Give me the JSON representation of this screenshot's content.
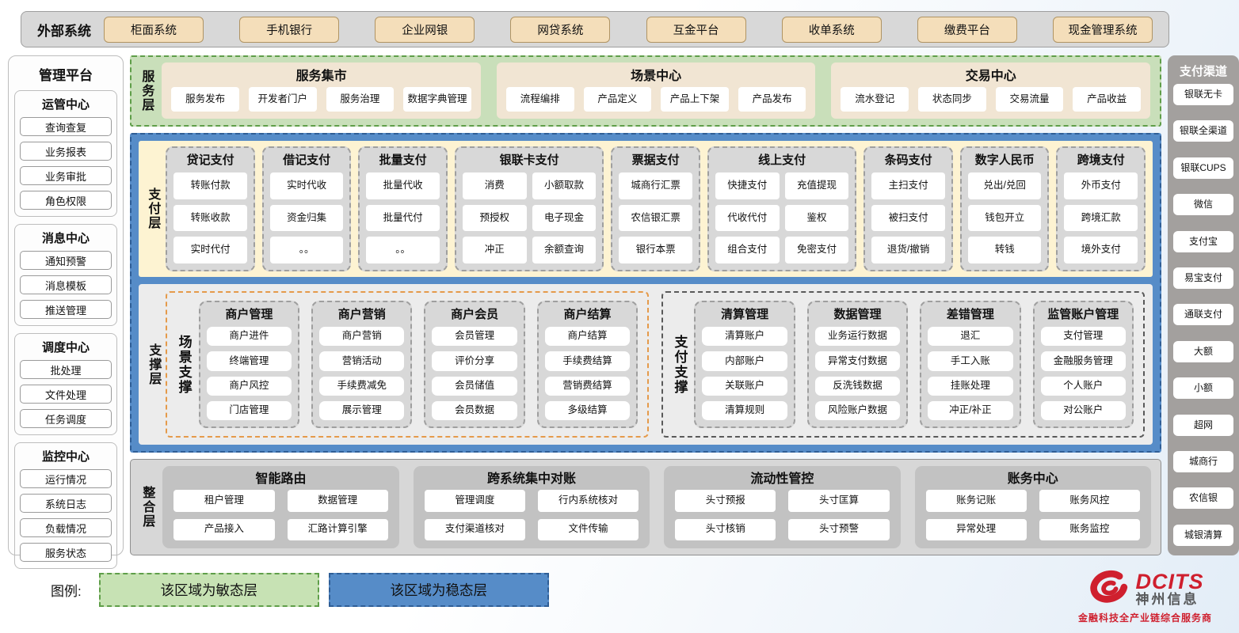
{
  "colors": {
    "agile-fill": "#c9dfba",
    "agile-border": "#5f9e49",
    "stable-fill": "#568cc8",
    "stable-border": "#2f5e96",
    "pay-fill": "#fdf3d2",
    "tan-fill": "#f4deba",
    "orange-accent": "#e59a4a",
    "brand-red": "#cf1f2e"
  },
  "external_systems": {
    "label": "外部系统",
    "items": [
      "柜面系统",
      "手机银行",
      "企业网银",
      "网贷系统",
      "互金平台",
      "收单系统",
      "缴费平台",
      "现金管理系统"
    ]
  },
  "management_platform": {
    "title": "管理平台",
    "groups": [
      {
        "title": "运管中心",
        "items": [
          "查询查复",
          "业务报表",
          "业务审批",
          "角色权限"
        ]
      },
      {
        "title": "消息中心",
        "items": [
          "通知预警",
          "消息模板",
          "推送管理"
        ]
      },
      {
        "title": "调度中心",
        "items": [
          "批处理",
          "文件处理",
          "任务调度"
        ]
      },
      {
        "title": "监控中心",
        "items": [
          "运行情况",
          "系统日志",
          "负载情况",
          "服务状态"
        ]
      }
    ]
  },
  "service_layer": {
    "label": "服务层",
    "panels": [
      {
        "title": "服务集市",
        "items": [
          "服务发布",
          "开发者门户",
          "服务治理",
          "数据字典管理"
        ]
      },
      {
        "title": "场景中心",
        "items": [
          "流程编排",
          "产品定义",
          "产品上下架",
          "产品发布"
        ]
      },
      {
        "title": "交易中心",
        "items": [
          "流水登记",
          "状态同步",
          "交易流量",
          "产品收益"
        ]
      }
    ]
  },
  "payment_layer": {
    "label": "支付层",
    "columns": [
      {
        "title": "贷记支付",
        "w": "",
        "items": [
          "转账付款",
          "转账收款",
          "实时代付"
        ]
      },
      {
        "title": "借记支付",
        "w": "",
        "items": [
          "实时代收",
          "资金归集",
          "。。"
        ]
      },
      {
        "title": "批量支付",
        "w": "",
        "items": [
          "批量代收",
          "批量代付",
          "。。"
        ]
      },
      {
        "title": "银联卡支付",
        "w": "wide",
        "items": [
          "消费",
          "小额取款",
          "预授权",
          "电子现金",
          "冲正",
          "余额查询"
        ]
      },
      {
        "title": "票据支付",
        "w": "",
        "items": [
          "城商行汇票",
          "农信银汇票",
          "银行本票"
        ]
      },
      {
        "title": "线上支付",
        "w": "wide",
        "items": [
          "快捷支付",
          "充值提现",
          "代收代付",
          "鉴权",
          "组合支付",
          "免密支付"
        ]
      },
      {
        "title": "条码支付",
        "w": "",
        "items": [
          "主扫支付",
          "被扫支付",
          "退货/撤销"
        ]
      },
      {
        "title": "数字人民币",
        "w": "",
        "items": [
          "兑出/兑回",
          "钱包开立",
          "转钱"
        ]
      },
      {
        "title": "跨境支付",
        "w": "",
        "items": [
          "外币支付",
          "跨境汇款",
          "境外支付"
        ]
      }
    ]
  },
  "support_layer": {
    "label": "支撑层",
    "groups": [
      {
        "label": "场景支撑",
        "accent": "orange",
        "columns": [
          {
            "title": "商户管理",
            "items": [
              "商户进件",
              "终端管理",
              "商户风控",
              "门店管理"
            ]
          },
          {
            "title": "商户营销",
            "items": [
              "商户营销",
              "营销活动",
              "手续费减免",
              "展示管理"
            ]
          },
          {
            "title": "商户会员",
            "items": [
              "会员管理",
              "评价分享",
              "会员储值",
              "会员数据"
            ]
          },
          {
            "title": "商户结算",
            "items": [
              "商户结算",
              "手续费结算",
              "营销费结算",
              "多级结算"
            ]
          }
        ]
      },
      {
        "label": "支付支撑",
        "accent": "dark",
        "columns": [
          {
            "title": "清算管理",
            "items": [
              "清算账户",
              "内部账户",
              "关联账户",
              "清算规则"
            ]
          },
          {
            "title": "数据管理",
            "items": [
              "业务运行数据",
              "异常支付数据",
              "反洗钱数据",
              "风险账户数据"
            ]
          },
          {
            "title": "差错管理",
            "items": [
              "退汇",
              "手工入账",
              "挂账处理",
              "冲正/补正"
            ]
          },
          {
            "title": "监管账户管理",
            "items": [
              "支付管理",
              "金融服务管理",
              "个人账户",
              "对公账户"
            ]
          }
        ]
      }
    ]
  },
  "integration_layer": {
    "label": "整合层",
    "panels": [
      {
        "title": "智能路由",
        "items": [
          "租户管理",
          "数据管理",
          "产品接入",
          "汇路计算引擎"
        ]
      },
      {
        "title": "跨系统集中对账",
        "items": [
          "管理调度",
          "行内系统核对",
          "支付渠道核对",
          "文件传输"
        ]
      },
      {
        "title": "流动性管控",
        "items": [
          "头寸预报",
          "头寸匡算",
          "头寸核销",
          "头寸预警"
        ]
      },
      {
        "title": "账务中心",
        "items": [
          "账务记账",
          "账务风控",
          "异常处理",
          "账务监控"
        ]
      }
    ]
  },
  "payment_channels": {
    "title": "支付渠道",
    "items": [
      "银联无卡",
      "银联全渠道",
      "银联CUPS",
      "微信",
      "支付宝",
      "易宝支付",
      "通联支付",
      "大额",
      "小额",
      "超网",
      "城商行",
      "农信银",
      "城银清算"
    ]
  },
  "legend": {
    "label": "图例:",
    "items": [
      {
        "text": "该区域为敏态层",
        "type": "green"
      },
      {
        "text": "该区域为稳态层",
        "type": "blue"
      }
    ]
  },
  "logo": {
    "name": "DCITS",
    "company": "神州信息",
    "tagline": "金融科技全产业链综合服务商"
  }
}
